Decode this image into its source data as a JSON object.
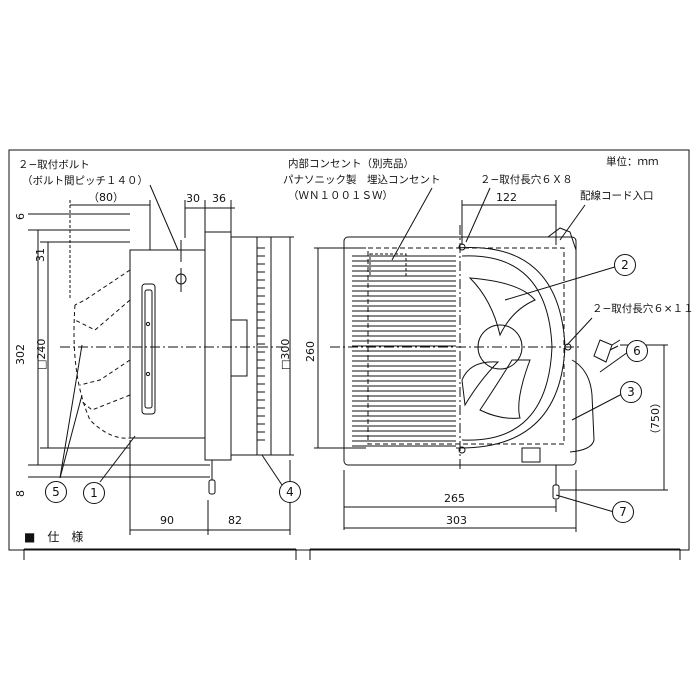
{
  "header": {
    "unit": "単位：ｍｍ"
  },
  "notes": {
    "bolt_title": "２−取付ボルト",
    "bolt_pitch": "（ボルト間ピッチ１４０）",
    "outlet_title": "内部コンセント（別売品）",
    "outlet_maker": "パナソニック製　埋込コンセント",
    "outlet_model": "（ＷＮ１００１ＳＷ）",
    "slot_holes": "２−取付長穴６Ｘ８",
    "cord_entry": "配線コード入口",
    "side_holes": "２−取付長穴６×１１"
  },
  "dims": {
    "d80": "（80）",
    "d30": "30",
    "d36": "36",
    "d6": "6",
    "d31": "31",
    "d302": "302",
    "d240": "□240",
    "d300": "□300",
    "d8": "8",
    "d90": "90",
    "d82": "82",
    "d122": "122",
    "d260": "260",
    "d265": "265",
    "d303": "303",
    "d750": "（750）"
  },
  "callouts": [
    "1",
    "2",
    "3",
    "4",
    "5",
    "6",
    "7"
  ],
  "spec": {
    "title": "■　仕　様"
  }
}
